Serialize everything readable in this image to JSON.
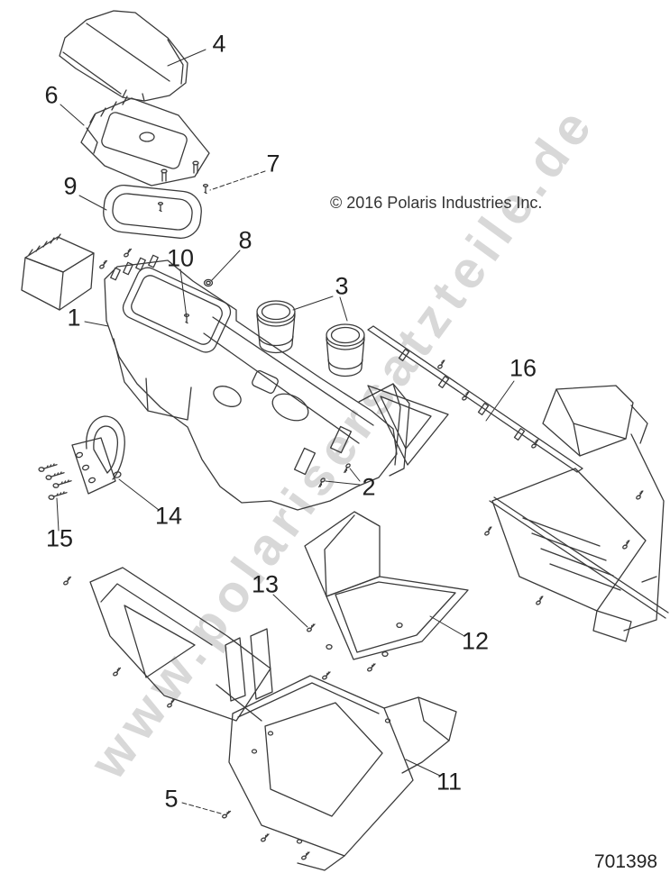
{
  "header": {
    "copyright": "© 2016 Polaris Industries Inc."
  },
  "footer": {
    "catalog_number": "701398"
  },
  "watermark": {
    "text": "www.polarisersatzteile.de"
  },
  "colors": {
    "line": "#3a3a3a",
    "label_text": "#1f1f1f",
    "copyright_text": "#333333",
    "watermark": "#d8d8d8",
    "background": "#ffffff"
  },
  "callouts": [
    {
      "label": "1"
    },
    {
      "label": "2"
    },
    {
      "label": "3"
    },
    {
      "label": "4"
    },
    {
      "label": "5"
    },
    {
      "label": "6"
    },
    {
      "label": "7"
    },
    {
      "label": "8"
    },
    {
      "label": "9"
    },
    {
      "label": "10"
    },
    {
      "label": "11"
    },
    {
      "label": "12"
    },
    {
      "label": "13"
    },
    {
      "label": "14"
    },
    {
      "label": "15"
    },
    {
      "label": "16"
    }
  ]
}
